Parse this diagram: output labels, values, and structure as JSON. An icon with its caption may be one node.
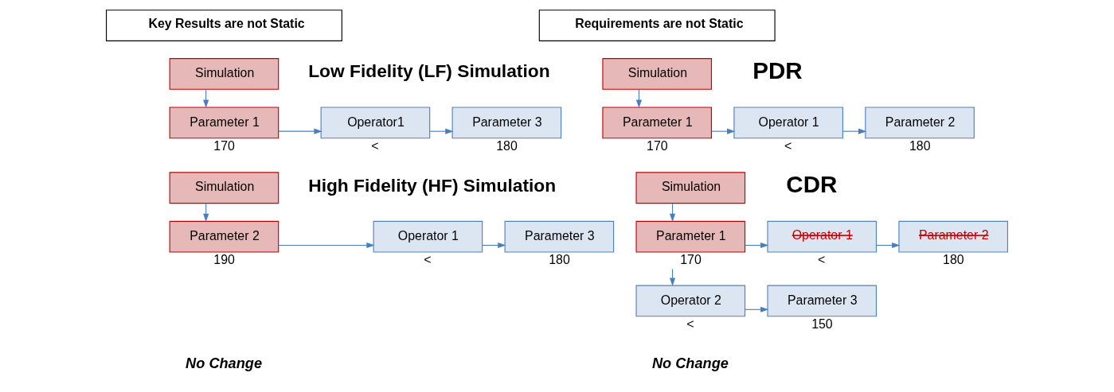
{
  "diagram": {
    "nodes": [
      {
        "text": [
          "Key Results are not Static"
        ]
      },
      {
        "text": [
          "Simulation"
        ]
      },
      {
        "text": [
          "Parameter 1"
        ],
        "beside": [
          "170"
        ]
      },
      {
        "text": [
          "Operator1"
        ],
        "beside": [
          "<"
        ]
      },
      {
        "text": [
          "Parameter 3"
        ],
        "beside": [
          "180"
        ]
      },
      {
        "text": [
          "Simulation"
        ]
      },
      {
        "text": [
          "Parameter 2"
        ],
        "beside": [
          "190"
        ]
      },
      {
        "text": [
          "Operator 1"
        ],
        "beside": [
          "<"
        ]
      },
      {
        "text": [
          "Parameter 3"
        ],
        "beside": [
          "180"
        ]
      },
      {
        "text": [
          "Requirements are not Static"
        ]
      },
      {
        "text": [
          "Simulation"
        ]
      },
      {
        "text": [
          "Parameter 1"
        ],
        "beside": [
          "170"
        ]
      },
      {
        "text": [
          "Operator 1"
        ],
        "beside": [
          "<"
        ]
      },
      {
        "text": [
          "Parameter 2"
        ],
        "beside": [
          "180"
        ]
      },
      {
        "text": [
          "Simulation"
        ]
      },
      {
        "text": [
          "Parameter 1"
        ],
        "beside": [
          "170"
        ]
      },
      {
        "text": [
          "Operator 1"
        ],
        "beside": [
          "<"
        ]
      },
      {
        "text": [
          "Parameter 2"
        ],
        "beside": [
          "180"
        ]
      },
      {
        "text": [
          "Operator 2"
        ],
        "beside": [
          "<"
        ]
      },
      {
        "text": [
          "Parameter 3"
        ],
        "beside": [
          "150"
        ]
      }
    ],
    "edges": [
      {
        "from": 1,
        "to": 2,
        "arrow": "to"
      },
      {
        "from": 2,
        "to": 3,
        "arrow": "to"
      },
      {
        "from": 3,
        "to": 4,
        "arrow": "to"
      },
      {
        "from": 5,
        "to": 6,
        "arrow": "to"
      },
      {
        "from": 6,
        "to": 7,
        "arrow": "to"
      },
      {
        "from": 7,
        "to": 8,
        "arrow": "to"
      },
      {
        "from": 10,
        "to": 11,
        "arrow": "to"
      },
      {
        "from": 11,
        "to": 12,
        "arrow": "to"
      },
      {
        "from": 12,
        "to": 13,
        "arrow": "to"
      },
      {
        "from": 14,
        "to": 15,
        "arrow": "to"
      },
      {
        "from": 15,
        "to": 16,
        "arrow": "to"
      },
      {
        "from": 16,
        "to": 17,
        "arrow": "to"
      },
      {
        "from": 15,
        "to": 18,
        "arrow": "to"
      },
      {
        "from": 18,
        "to": 19,
        "arrow": "to"
      }
    ],
    "labels": [
      "Low Fidelity (LF) Simulation",
      "PDR",
      "High Fidelity (HF) Simulation",
      "CDR",
      "No Change",
      "No Change"
    ]
  }
}
